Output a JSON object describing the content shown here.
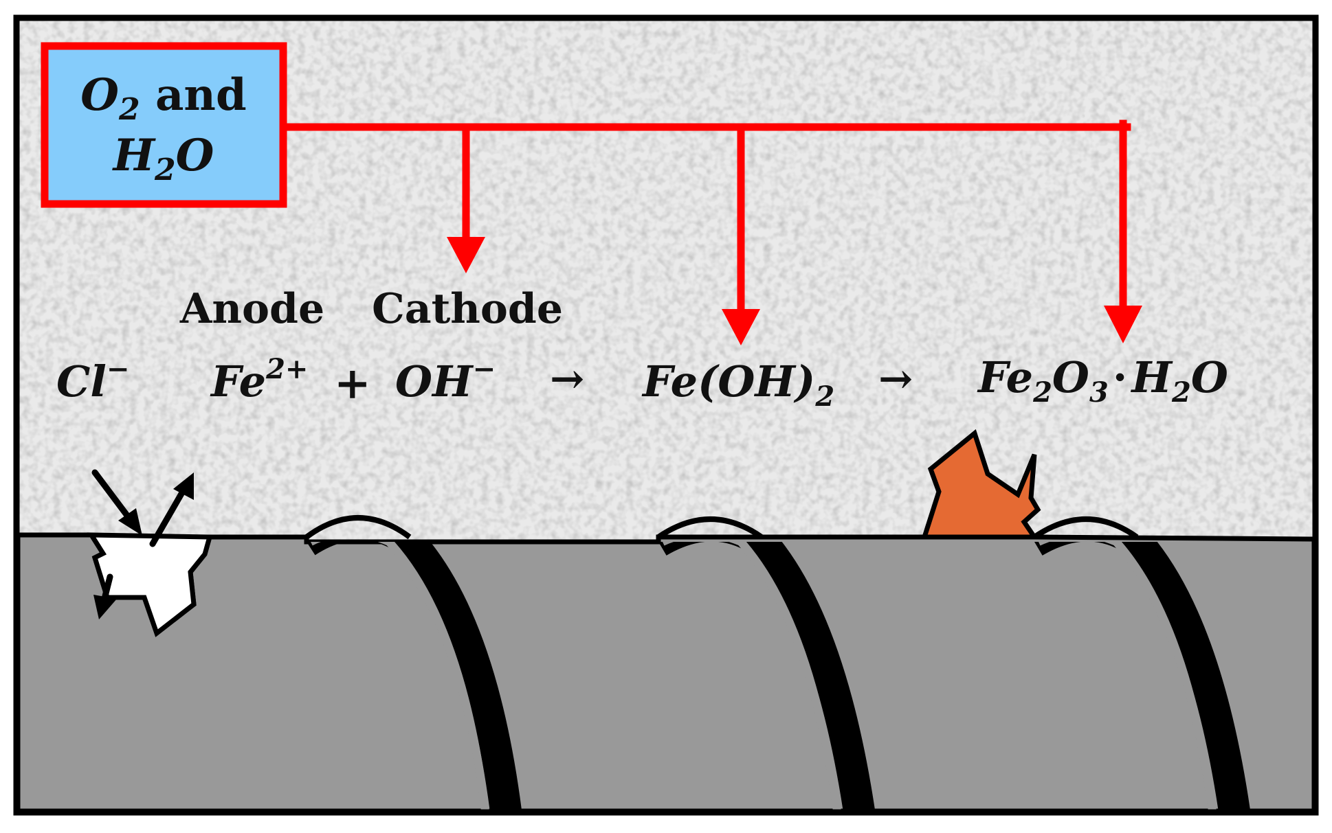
{
  "colors": {
    "concrete": "#eaeaea",
    "steel": "#999999",
    "outline": "#000000",
    "arrow": "#ff0000",
    "box_fill": "#85ccfb",
    "rust": "#e56a33"
  },
  "source_box": {
    "line1": {
      "main": "O",
      "sub": "2",
      "rest": " and"
    },
    "line2": {
      "a": "H",
      "sub": "2",
      "b": "O"
    }
  },
  "labels": {
    "anode": "Anode",
    "cathode": "Cathode"
  },
  "equation": {
    "chloride": {
      "base": "Cl",
      "sup": "−"
    },
    "iron_ion": {
      "base": "Fe",
      "sup": "2+"
    },
    "plus": "+",
    "hydroxide": {
      "base": "OH",
      "sup": "−"
    },
    "arrow1": "→",
    "ferrous_hydroxide": {
      "base": "Fe(OH)",
      "sub": "2"
    },
    "arrow2": "→",
    "rust": {
      "fe": "Fe",
      "fe_sub": "2",
      "o": "O",
      "o_sub": "3",
      "dot": "·",
      "h": "H",
      "h_sub": "2",
      "o2": "O"
    }
  },
  "icons": [
    "chloride-attack-arrows-icon",
    "pitting-crack-icon",
    "rust-flake-icon",
    "rebar-rib-icon"
  ]
}
